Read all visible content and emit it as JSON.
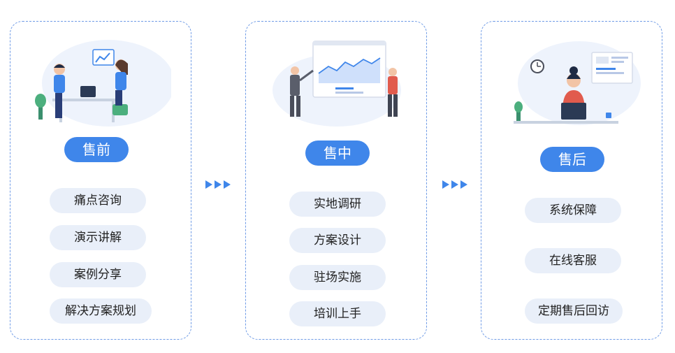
{
  "stages": [
    {
      "label": "售前",
      "items": [
        "痛点咨询",
        "演示讲解",
        "案例分享",
        "解决方案规划"
      ]
    },
    {
      "label": "售中",
      "items": [
        "实地调研",
        "方案设计",
        "驻场实施",
        "培训上手"
      ]
    },
    {
      "label": "售后",
      "items": [
        "系统保障",
        "在线客服",
        "定期售后回访"
      ]
    }
  ],
  "colors": {
    "accent": "#3f86ea",
    "pill_bg": "#e9eff9",
    "border": "#6f9be6"
  }
}
